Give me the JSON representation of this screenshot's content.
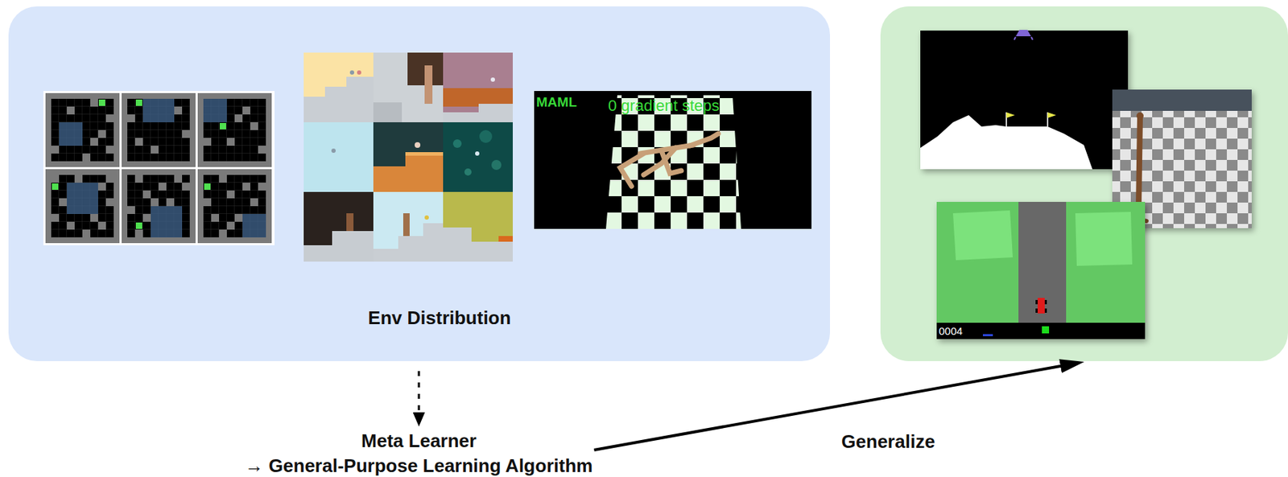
{
  "diagram": {
    "nodes": [
      {
        "text": [
          "Env Distribution"
        ]
      },
      {
        "text": [
          "Meta Learner",
          "→ General-Purpose Learning Algorithm"
        ]
      },
      {
        "text": []
      }
    ],
    "edges": [
      {
        "from": 0,
        "to": 1,
        "arrow": "to"
      },
      {
        "from": 1,
        "to": 2,
        "label": "Generalize",
        "arrow": "to"
      }
    ],
    "labels": [
      "MAML",
      "0 gradient steps",
      "0004"
    ]
  }
}
